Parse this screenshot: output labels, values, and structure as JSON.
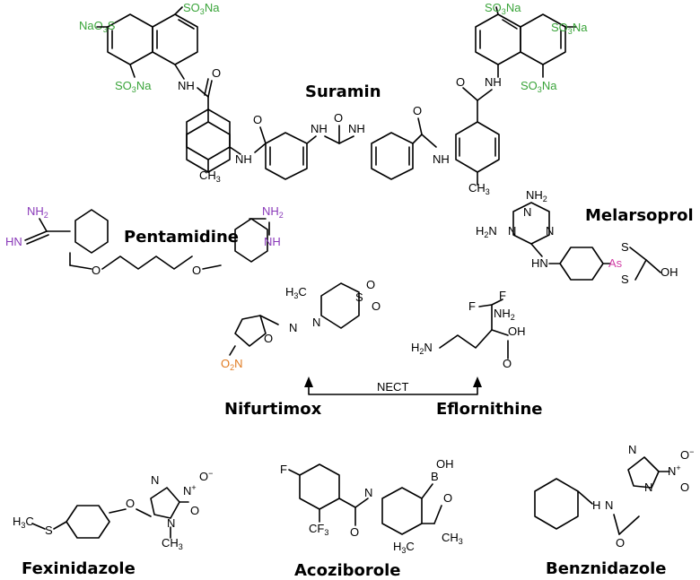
{
  "names": {
    "suramin": "Suramin",
    "pentamidine": "Pentamidine",
    "melarsoprol": "Melarsoprol",
    "nifurtimox": "Nifurtimox",
    "eflornithine": "Eflornithine",
    "fexinidazole": "Fexinidazole",
    "acoziborole": "Acoziborole",
    "benznidazole": "Benznidazole"
  },
  "arrow_label": "NECT",
  "colors": {
    "sulfonate": "#3aa43a",
    "amidine": "#8a3ab9",
    "nitro_furan": "#e07a20",
    "arsenic": "#d23fa6"
  }
}
